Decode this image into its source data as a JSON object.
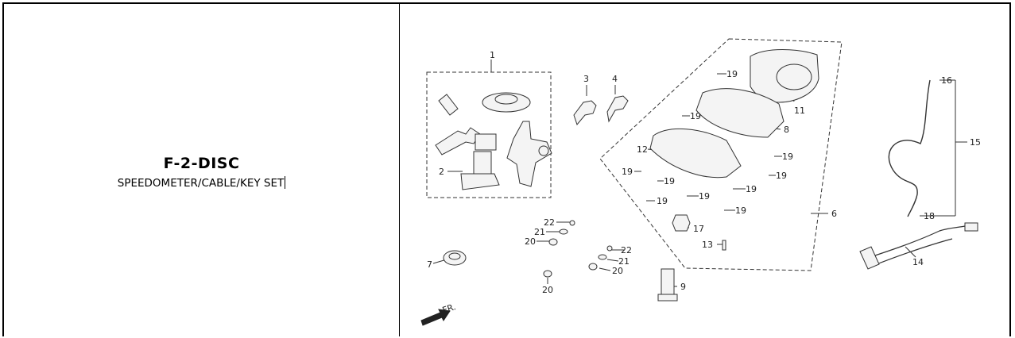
{
  "header": {
    "model": "F-2-DISC",
    "section": "SPEEDOMETER/CABLE/KEY SET"
  },
  "diagram": {
    "callouts": [
      "1",
      "2",
      "3",
      "4",
      "6",
      "7",
      "8",
      "9",
      "11",
      "12",
      "13",
      "14",
      "15",
      "16",
      "17",
      "18",
      "19",
      "20",
      "21",
      "22"
    ],
    "direction_label": "FR."
  }
}
